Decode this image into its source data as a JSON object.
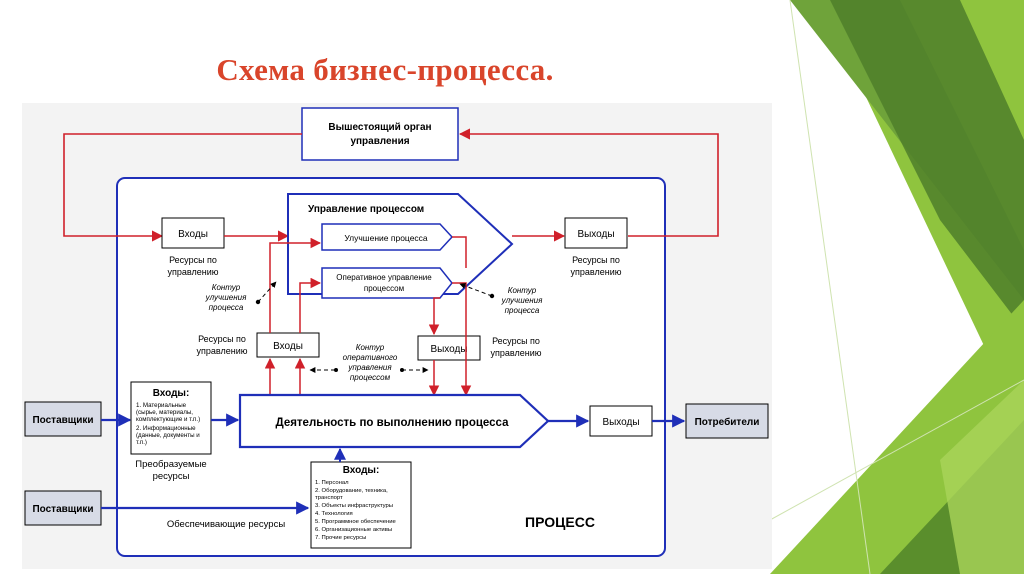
{
  "title": "Схема бизнес-процесса.",
  "diagram": {
    "top_box": [
      "Вышестоящий орган",
      "управления"
    ],
    "inputs_top": "Входы",
    "outputs_top": "Выходы",
    "res_left_top": [
      "Ресурсы по",
      "управлению"
    ],
    "res_right_top": [
      "Ресурсы по",
      "управлению"
    ],
    "mgmt_title": "Управление процессом",
    "improve": "Улучшение процесса",
    "operative": [
      "Оперативное управление",
      "процессом"
    ],
    "contour_left": [
      "Контур",
      "улучшения",
      "процесса"
    ],
    "contour_right": [
      "Контур",
      "улучшения",
      "процесса"
    ],
    "res_left_mid": [
      "Ресурсы по",
      "управлению"
    ],
    "res_right_mid": [
      "Ресурсы по",
      "управлению"
    ],
    "inputs_mid": "Входы",
    "outputs_mid": "Выходы",
    "contour_mid": [
      "Контур",
      "оперативного",
      "управления",
      "процессом"
    ],
    "inputs_main_title": "Входы:",
    "inputs_main_items": [
      "1. Материальные",
      "(сырье, материалы,",
      "комплектующие и т.п.)",
      "2. Информационные",
      "(данные, документы и",
      "т.п.)"
    ],
    "transform_res": [
      "Преобразуемые",
      "ресурсы"
    ],
    "suppliers_1": "Поставщики",
    "suppliers_2": "Поставщики",
    "activity": "Деятельность по выполнению процесса",
    "outputs_main": "Выходы",
    "consumers": "Потребители",
    "support_res": "Обеспечивающие ресурсы",
    "support_title": "Входы:",
    "support_items": [
      "1. Персонал",
      "2. Оборудование, техника,",
      "транспорт",
      "3. Объекты инфраструктуры",
      "4. Технология",
      "5. Программное обеспечение",
      "6. Организационные активы",
      "7. Прочие ресурсы"
    ],
    "process_label": "ПРОЦЕСС"
  },
  "colors": {
    "title": "#d9452b",
    "blue": "#1f2fb8",
    "red": "#d0202a",
    "green_dark": "#5a8e2c",
    "green_light": "#8fc43e"
  }
}
